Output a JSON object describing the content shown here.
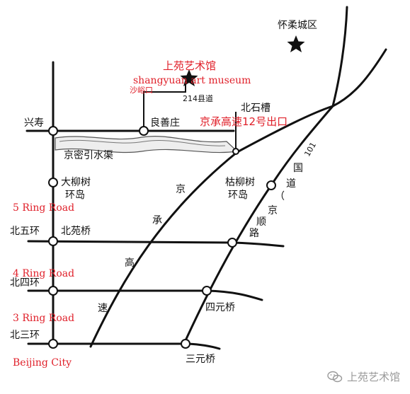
{
  "labels": {
    "huairou": "怀柔城区",
    "shangyuan_cn": "上苑艺术馆",
    "shangyuan_en": "shangyuan art museum",
    "shayukou": "沙峪口",
    "county_road": "214县道",
    "beishicao": "北石槽",
    "exit": "京承高速12号出口",
    "xingshou": "兴寿",
    "liangshanzhuang": "良善庄",
    "canal": "京密引水渠",
    "daliushu_1": "大柳树",
    "daliushu_2": "环岛",
    "kuliushu_1": "枯柳树",
    "kuliushu_2": "环岛",
    "ring5": "5 Ring Road",
    "beiwuhuan": "北五环",
    "beiyuanqiao": "北苑桥",
    "ring4": "4 Ring Road",
    "beisihuan": "北四环",
    "siyuanqiao": "四元桥",
    "ring3": "3 Ring Road",
    "beisanhuan": "北三环",
    "sanyuanqiao": "三元桥",
    "beijing_city": "Beijing City",
    "jingcheng_chars": [
      "京",
      "承",
      "高",
      "速"
    ],
    "road101": "101",
    "road101_chars": [
      "国",
      "道",
      "（",
      "京",
      "顺",
      "路"
    ],
    "watermark": "上苑艺术馆"
  },
  "colors": {
    "road": "#111111",
    "accent_red": "#e0202a",
    "watermark": "#9a9a9a"
  },
  "icons": {
    "star": "star-icon",
    "wechat": "wechat-icon"
  }
}
